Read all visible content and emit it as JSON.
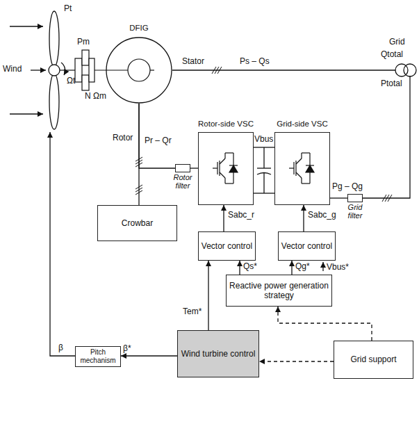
{
  "diagram": {
    "nodes": [
      {
        "text": [
          "DFIG"
        ]
      },
      {
        "text": [
          "Rotor-side VSC"
        ]
      },
      {
        "text": [
          "Grid-side VSC"
        ]
      },
      {
        "text": [
          "Crowbar"
        ]
      },
      {
        "text": [
          "Vector control"
        ]
      },
      {
        "text": [
          "Vector control"
        ]
      },
      {
        "text": [
          "Reactive power generation strategy"
        ]
      },
      {
        "text": [
          "Wind turbine control"
        ]
      },
      {
        "text": [
          "Grid support"
        ]
      },
      {
        "text": [
          "Pitch mechanism"
        ]
      },
      {
        "text": [
          "Rotor filter"
        ]
      },
      {
        "text": [
          "Grid filter"
        ]
      }
    ],
    "edges": [
      {
        "from": 0,
        "to": 10,
        "arrow": "none"
      },
      {
        "from": 0,
        "to": 3,
        "arrow": "none"
      },
      {
        "from": 10,
        "to": 1,
        "arrow": "none"
      },
      {
        "from": 1,
        "to": 2,
        "arrow": "none"
      },
      {
        "from": 2,
        "to": 11,
        "arrow": "none"
      },
      {
        "from": 4,
        "to": 1,
        "arrow": "to",
        "label": "Sabc_r"
      },
      {
        "from": 5,
        "to": 2,
        "arrow": "to",
        "label": "Sabc_g"
      },
      {
        "from": 7,
        "to": 4,
        "arrow": "to",
        "label": "Tem*"
      },
      {
        "from": 6,
        "to": 4,
        "arrow": "to",
        "label": "Qs*"
      },
      {
        "from": 6,
        "to": 5,
        "arrow": "to",
        "label": "Qg*"
      },
      {
        "from": 7,
        "to": 9,
        "arrow": "to",
        "label": "β*"
      },
      {
        "from": 8,
        "to": 6,
        "arrow": "to"
      },
      {
        "from": 8,
        "to": 7,
        "arrow": "to"
      }
    ],
    "labels": [
      "Wind",
      "Pt",
      "Ωt",
      "Pm",
      "N",
      "Ωm",
      "Stator",
      "Ps – Qs",
      "Grid",
      "Qtotal",
      "Ptotal",
      "Rotor",
      "Pr – Qr",
      "Vbus",
      "Pg – Qg",
      "Vbus*",
      "β"
    ]
  }
}
